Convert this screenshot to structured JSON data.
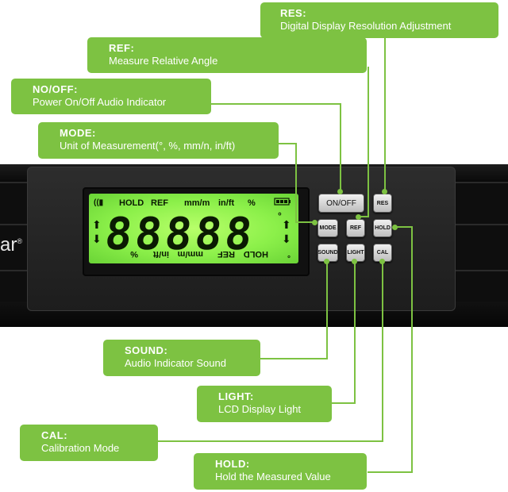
{
  "brand": {
    "text": "ar",
    "mark": "®"
  },
  "lcd": {
    "top_labels": [
      "HOLD",
      "REF",
      "mm/m",
      "in/ft",
      "%"
    ],
    "bottom_labels": [
      "%",
      "in/ft",
      "mm/m",
      "REF",
      "HOLD"
    ],
    "digits": "88888",
    "degree": "°",
    "sound_symbol": "((▮",
    "up_arrow": "⬆",
    "down_arrow": "⬇"
  },
  "buttons": {
    "on_off": "ON/OFF",
    "res": "RES",
    "mode": "MODE",
    "ref": "REF",
    "hold": "HOLD",
    "sound": "SOUND",
    "light": "LIGHT",
    "cal": "CAL"
  },
  "callouts": {
    "res": {
      "title": "RES:",
      "desc": "Digital Display Resolution Adjustment"
    },
    "ref": {
      "title": "REF:",
      "desc": "Measure Relative Angle"
    },
    "no_off": {
      "title": "NO/OFF:",
      "desc": "Power On/Off Audio Indicator"
    },
    "mode": {
      "title": "MODE:",
      "desc": "Unit of Measurement(°, %, mm/n, in/ft)"
    },
    "sound": {
      "title": "SOUND:",
      "desc": "Audio Indicator Sound"
    },
    "light": {
      "title": "LIGHT:",
      "desc": "LCD Display Light"
    },
    "cal": {
      "title": "CAL:",
      "desc": "Calibration Mode"
    },
    "hold": {
      "title": "HOLD:",
      "desc": "Hold the Measured Value"
    }
  },
  "colors": {
    "accent_green": "#7dc242",
    "lcd_green": "#8cf04a",
    "device_black": "#0e0e0e"
  }
}
